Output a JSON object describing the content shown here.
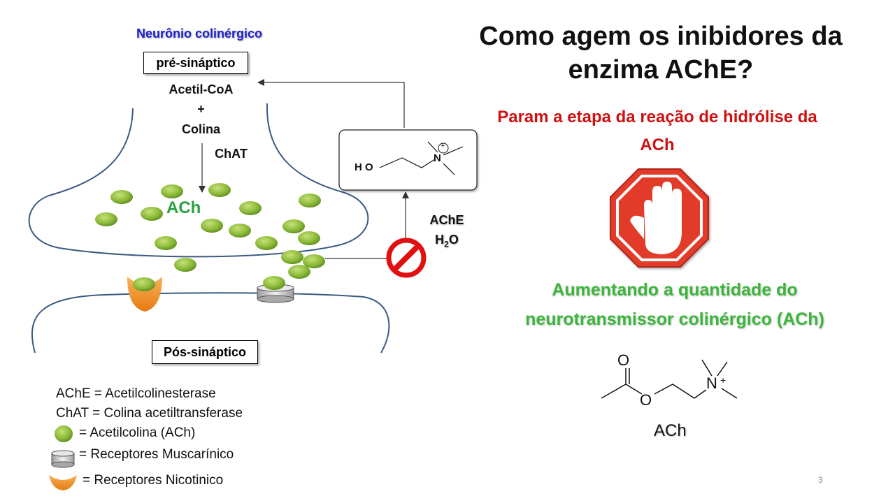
{
  "slide": {
    "title": "Como agem os inibidores da enzima AChE?",
    "subtitle": "Param a etapa da reação de hidrólise da ACh",
    "result": "Aumentando a quantidade do neurotransmissor colinérgico (ACh)",
    "page_number": "3"
  },
  "diagram": {
    "neuron_title": "Neurônio colinérgico",
    "presynaptic_label": "pré-sináptico",
    "postsynaptic_label": "Pós-sináptico",
    "acetyl_coa": "Acetil-CoA",
    "plus": "+",
    "choline": "Colina",
    "chat": "ChAT",
    "ach_label": "ACh",
    "enzyme": "AChE",
    "water_h": "H",
    "water_sub": "2",
    "water_o": "O",
    "choline_molecule": {
      "ho": "H O",
      "n": "N",
      "charge": "+"
    }
  },
  "ach_structure": {
    "o_carbonyl": "O",
    "o_ester": "O",
    "n": "N",
    "charge": "+",
    "caption": "ACh"
  },
  "legend": [
    {
      "icon": "green-vesicle",
      "text": "AChE = Acetilcolinesterase"
    },
    {
      "icon": "none",
      "text": "ChAT = Colina acetiltransferase"
    },
    {
      "icon": "green-vesicle",
      "text": "= Acetilcolina (ACh)"
    },
    {
      "icon": "cylinder",
      "text": "= Receptores Muscarínico"
    },
    {
      "icon": "crescent",
      "text": "= Receptores Nicotinico"
    }
  ],
  "colors": {
    "title": "#111111",
    "subtitle": "#d01010",
    "result": "#3db53d",
    "neuron_title": "#2020d0",
    "stop_sign": "#e23a2c",
    "prohibit": "#e01010",
    "vesicle": "#8dbb3a",
    "nicotinic": "#f08a20"
  }
}
